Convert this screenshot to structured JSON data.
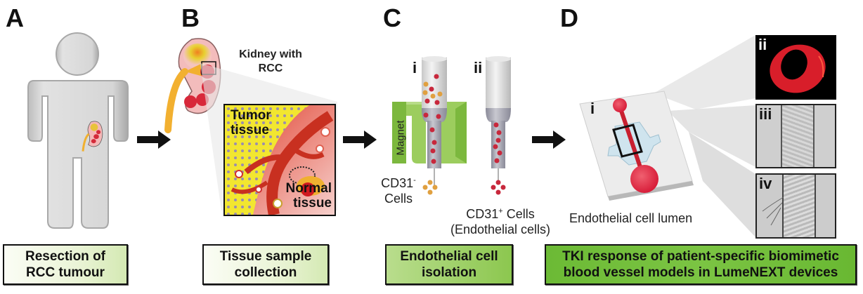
{
  "figure": {
    "panels": [
      {
        "letter": "A",
        "box_label_line1": "Resection of",
        "box_label_line2": "RCC tumour"
      },
      {
        "letter": "B",
        "kidney_caption_line1": "Kidney with",
        "kidney_caption_line2": "RCC",
        "tumor_label_line1": "Tumor",
        "tumor_label_line2": "tissue",
        "normal_label_line1": "Normal",
        "normal_label_line2": "tissue",
        "box_label_line1": "Tissue sample",
        "box_label_line2": "collection"
      },
      {
        "letter": "C",
        "column_i": "i",
        "column_ii": "ii",
        "magnet_label": "Magnet",
        "neg_cells_line1": "CD31",
        "neg_cells_sup": "-",
        "neg_cells_line2": "Cells",
        "pos_cells_line1": "CD31",
        "pos_cells_sup": "+",
        "pos_cells_line1_rest": " Cells",
        "pos_cells_line2": "(Endothelial cells)",
        "box_label_line1": "Endothelial cell",
        "box_label_line2": "isolation"
      },
      {
        "letter": "D",
        "device_label": "i",
        "image_ii": "ii",
        "image_iii": "iii",
        "image_iv": "iv",
        "device_caption": "Endothelial cell lumen",
        "box_label_line1": "TKI response of patient-specific biomimetic",
        "box_label_line2": "blood vessel models in LumeNEXT devices"
      }
    ],
    "colors": {
      "box_light": "#eaf4d6",
      "box_green": "#8cc74f",
      "box_bright": "#7bc443",
      "magnet_green": "#8cc74f",
      "cell_red": "#c8283c",
      "cell_orange": "#e0a040",
      "lumen_red": "#d81e2a"
    }
  }
}
